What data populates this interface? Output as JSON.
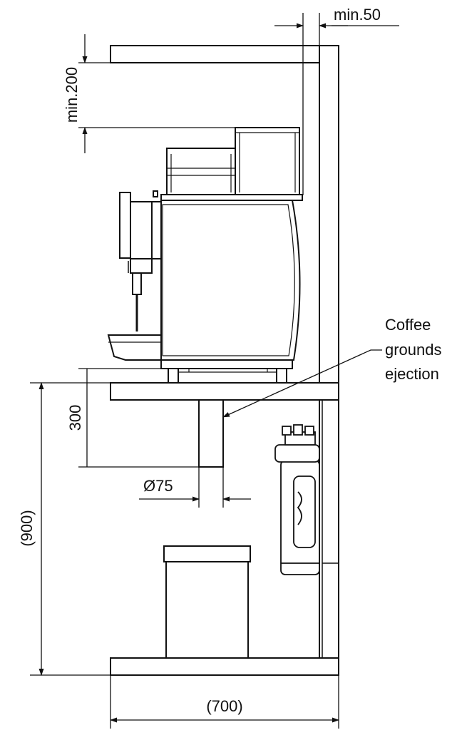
{
  "dimensions": {
    "side_clearance": "min.50",
    "top_clearance": "min.200",
    "chute_length": "300",
    "chute_diameter": "Ø75",
    "cabinet_height": "(900)",
    "cabinet_depth": "(700)"
  },
  "callout": {
    "line1": "Coffee",
    "line2": "grounds",
    "line3": "ejection"
  }
}
